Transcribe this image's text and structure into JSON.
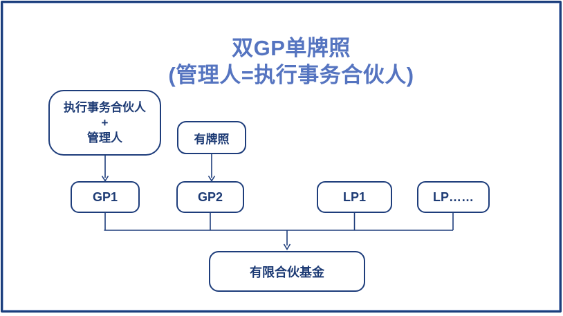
{
  "title": {
    "line1": "双GP单牌照",
    "line2": "(管理人=执行事务合伙人)"
  },
  "nodes": {
    "efp_manager": {
      "label": "执行事务合伙人\n+\n管理人"
    },
    "licensed": {
      "label": "有牌照"
    },
    "gp1": {
      "label": "GP1"
    },
    "gp2": {
      "label": "GP2"
    },
    "lp1": {
      "label": "LP1"
    },
    "lp_more": {
      "label": "LP……"
    },
    "fund": {
      "label": "有限合伙基金"
    }
  },
  "colors": {
    "title": "#5574c0",
    "line": "#1e3d7b",
    "text": "#1c3a74",
    "frame": "#1b3e7c",
    "frame_inner": "#9db1d8",
    "background": "#ffffff"
  }
}
